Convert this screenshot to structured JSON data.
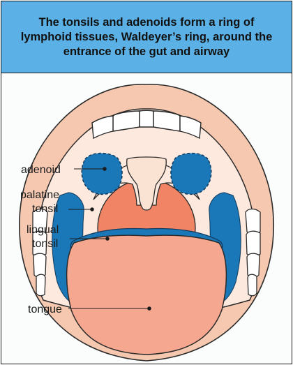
{
  "header": {
    "title": "The tonsils and adenoids form a ring of lymphoid tissues, Waldeyer’s ring, around the entrance of the gut and airway"
  },
  "labels": {
    "adenoid": "adenoid",
    "palatine_line1": "palatine",
    "palatine_line2": "tonsil",
    "lingual_line1": "lingual",
    "lingual_line2": "tonsil",
    "tongue": "tongue"
  },
  "colors": {
    "header_bg": "#5bb1e5",
    "lip": "#f6c8b0",
    "palate": "#fde9de",
    "tonsil_blue": "#1a78b8",
    "uvula": "#fbe3d4",
    "throat": "#f08465",
    "tongue": "#f5a88f"
  }
}
